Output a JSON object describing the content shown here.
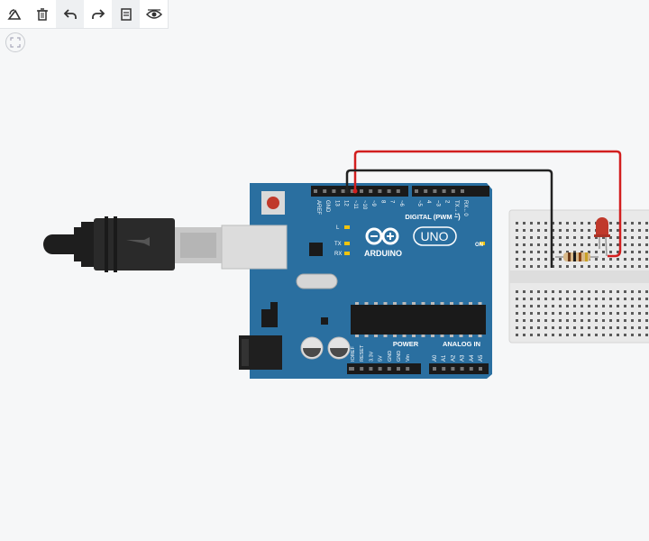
{
  "toolbar": {
    "items": [
      {
        "name": "rotate",
        "icon": "rotate-icon"
      },
      {
        "name": "delete",
        "icon": "trash-icon"
      },
      {
        "name": "undo",
        "icon": "undo-icon"
      },
      {
        "name": "redo",
        "icon": "redo-icon"
      },
      {
        "name": "notes",
        "icon": "notes-icon"
      },
      {
        "name": "visibility",
        "icon": "eye-icon"
      }
    ]
  },
  "canvas": {
    "zoom_to_fit_icon": "fit-icon"
  },
  "board": {
    "brand": "ARDUINO",
    "model": "UNO",
    "digital_header": "DIGITAL (PWM ~)",
    "power_header": "POWER",
    "analog_header": "ANALOG IN",
    "on_label": "ON",
    "led_l": "L",
    "led_tx": "TX",
    "led_rx": "RX",
    "top_pins": [
      "AREF",
      "GND",
      "13",
      "12",
      "~11",
      "~10",
      "~9",
      "8",
      "7",
      "~6",
      "~5",
      "4",
      "~3",
      "2",
      "TX→1",
      "RX←0"
    ],
    "power_pins": [
      "IOREF",
      "RESET",
      "3.3V",
      "5V",
      "GND",
      "GND",
      "Vin"
    ],
    "analog_pins": [
      "A0",
      "A1",
      "A2",
      "A3",
      "A4",
      "A5"
    ]
  },
  "colors": {
    "board": "#2a6fa0",
    "wire_red": "#d21f1f",
    "wire_black": "#222222",
    "breadboard": "#e9e9e9",
    "reset_button": "#c0392b"
  }
}
